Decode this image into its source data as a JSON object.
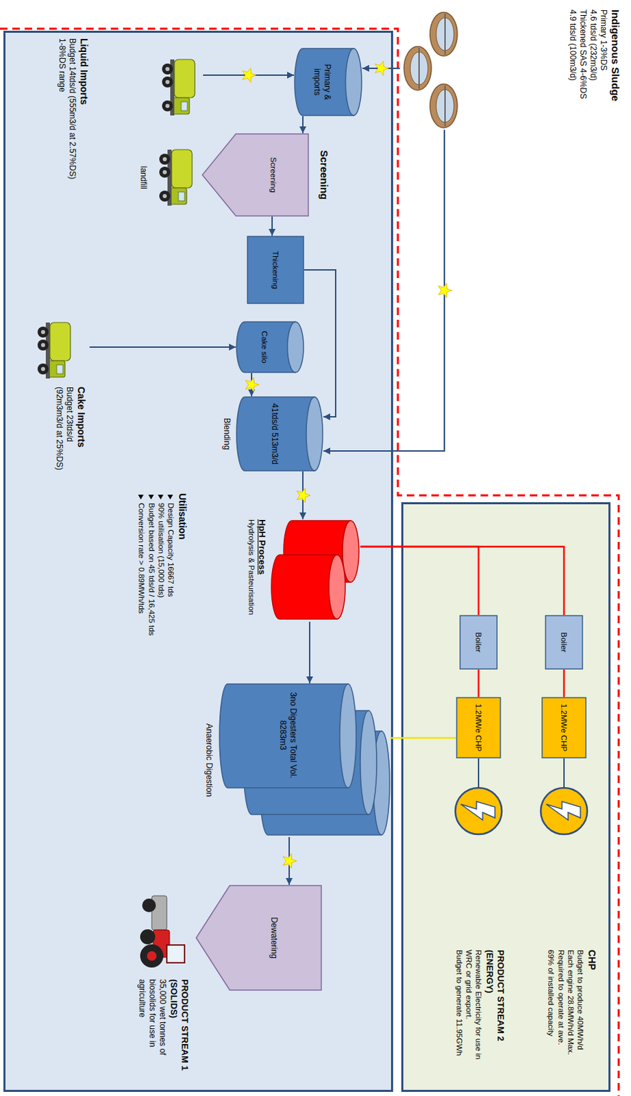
{
  "diagram": {
    "nodes": [
      {
        "text": [
          "Indigenous Sludge",
          "Primary 1-3%DS",
          "4.6 tds/d (232m3/d)",
          "Thickened SAS 4-6%DS",
          "4.9 tds/d (100m3/d)"
        ]
      },
      {
        "text": [
          "Utilisation",
          "Design Capacity 16667 tds",
          "90% utilisation (15,000 tds)",
          "Budget based on 45 tds/d / 16,425 tds",
          "Conversion rate > 0.89MWh/tds"
        ]
      },
      {
        "text": [
          "Liquid Imports",
          "Budget 14tds/d (555m3/d at 2.57%DS)",
          "1-8%DS range"
        ],
        "in": 1
      },
      {
        "text": [
          "Primary & imports"
        ],
        "in": 1
      },
      {
        "text": [
          "Screening",
          "Screening"
        ],
        "in": 1
      },
      {
        "text": [
          "landfill"
        ],
        "in": 1
      },
      {
        "text": [
          "Thickening"
        ],
        "in": 1
      },
      {
        "text": [
          "Cake Imports",
          "Budget 23tds/d",
          "(92m3m3/d at 25%DS)"
        ],
        "in": 1
      },
      {
        "text": [
          "Cake silo"
        ],
        "in": 1
      },
      {
        "text": [
          "41tds/d 513m3/d",
          "Blending"
        ],
        "in": 1
      },
      {
        "text": [
          "HpH Process",
          "Hydrolysis & Pasteurisation"
        ],
        "in": 1
      },
      {
        "text": [
          "3no Digesters Total Vol. 8283m3",
          "Anaerobic Digestion"
        ],
        "in": 1
      },
      {
        "text": [
          "Dewatering"
        ],
        "in": 1
      },
      {
        "text": [
          "PRODUCT STREAM 1 (SOLIDS)",
          "35,000 wet tonnes of biosolids for use in agriculture"
        ],
        "in": 1
      },
      {
        "text": [
          "CHP",
          "Budget to produce 40MWh/d",
          "Each engine 28.8MWh/d Max.",
          "Required to operate at ave.",
          "69% of installed capacity",
          "PRODUCT STREAM 2 (ENERGY)",
          "Renewable Electricity for use in WRC or grid export.",
          "Budget to generate 11.95GWh"
        ]
      },
      {
        "text": [
          "Boiler"
        ],
        "in": 14
      },
      {
        "text": [
          "Boiler"
        ],
        "in": 14
      },
      {
        "text": [
          "1.2MWe CHP"
        ],
        "in": 14
      },
      {
        "text": [
          "1.2MWe CHP"
        ],
        "in": 14
      }
    ],
    "edges": [
      {
        "from": 0,
        "to": 3,
        "arrow": "to"
      },
      {
        "from": 0,
        "to": 9,
        "arrow": "to"
      },
      {
        "from": 2,
        "to": 3,
        "arrow": "to"
      },
      {
        "from": 3,
        "to": 4,
        "arrow": "to"
      },
      {
        "from": 4,
        "to": 6,
        "arrow": "to"
      },
      {
        "from": 6,
        "to": 9,
        "arrow": "to"
      },
      {
        "from": 7,
        "to": 8,
        "arrow": "to"
      },
      {
        "from": 8,
        "to": 9,
        "arrow": "to"
      },
      {
        "from": 9,
        "to": 10,
        "arrow": "to"
      },
      {
        "from": 10,
        "to": 11,
        "arrow": "to"
      },
      {
        "from": 11,
        "to": 12,
        "arrow": "to"
      },
      {
        "from": 10,
        "to": 15,
        "arrow": "none"
      },
      {
        "from": 10,
        "to": 16,
        "arrow": "none"
      },
      {
        "from": 15,
        "to": 17,
        "arrow": "none"
      },
      {
        "from": 16,
        "to": 18,
        "arrow": "none"
      },
      {
        "from": 11,
        "to": 18,
        "arrow": "none"
      }
    ]
  }
}
